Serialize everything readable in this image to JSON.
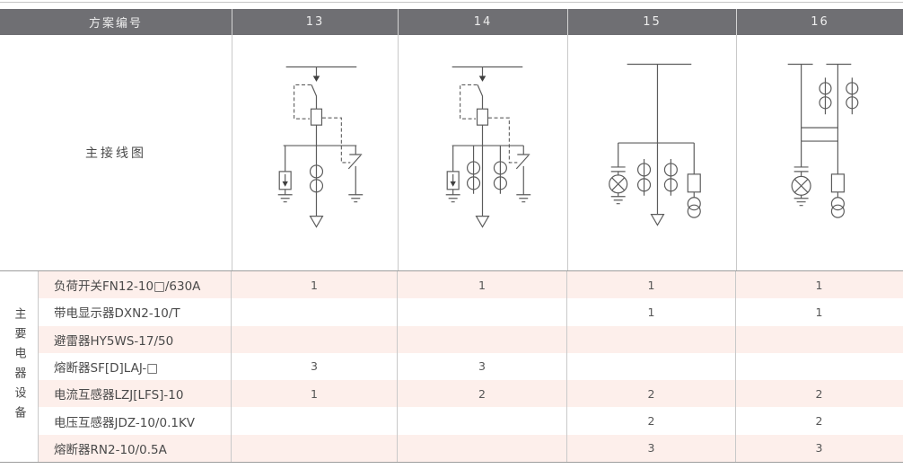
{
  "header": {
    "scheme_label": "方案编号",
    "schemes": [
      "13",
      "14",
      "15",
      "16"
    ]
  },
  "diagram": {
    "label": "主接线图"
  },
  "equipment": {
    "group_label": "主要电器设备",
    "rows": [
      {
        "label": "负荷开关FN12-10□/630A",
        "values": [
          "1",
          "1",
          "1",
          "1"
        ]
      },
      {
        "label": "带电显示器DXN2-10/T",
        "values": [
          "",
          "",
          "1",
          "1"
        ]
      },
      {
        "label": "避雷器HY5WS-17/50",
        "values": [
          "",
          "",
          "",
          ""
        ]
      },
      {
        "label": "熔断器SF[D]LAJ-□",
        "values": [
          "3",
          "3",
          "",
          ""
        ]
      },
      {
        "label": "电流互感器LZJ[LFS]-10",
        "values": [
          "1",
          "2",
          "2",
          "2"
        ]
      },
      {
        "label": "电压互感器JDZ-10/0.1KV",
        "values": [
          "",
          "",
          "2",
          "2"
        ]
      },
      {
        "label": "熔断器RN2-10/0.5A",
        "values": [
          "",
          "",
          "3",
          "3"
        ]
      }
    ]
  },
  "colors": {
    "header_bg": "#6f6f73",
    "row_pink": "#fdefeb",
    "grid_line": "#c9c9c9",
    "section_line": "#9d9d9d",
    "diagram_stroke": "#5c5c5c"
  }
}
